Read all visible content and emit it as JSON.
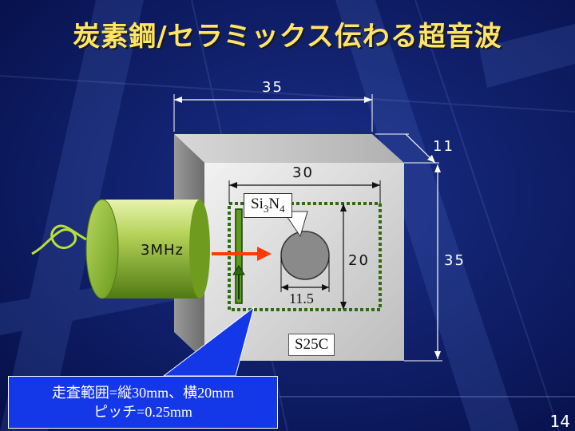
{
  "slide": {
    "title": "炭素鋼/セラミックス伝わる超音波",
    "page_number": "14"
  },
  "diagram": {
    "dim_width_outer": "35",
    "dim_depth": "11",
    "dim_width_scan": "30",
    "dim_height_scan": "20",
    "dim_height_outer": "35",
    "dim_insert_diameter": "11.5",
    "transducer_frequency": "3MHz",
    "insert_material": "Si3N4",
    "insert_material_main": "Si",
    "insert_material_sub1": "3",
    "insert_material_mid": "N",
    "insert_material_sub2": "4",
    "block_material": "S25C"
  },
  "scan_info": {
    "line1": "走査範囲=縦30mm、横20mm",
    "line2": "ピッチ=0.25mm"
  },
  "colors": {
    "background": "#0b1a5c",
    "title": "#ffe566",
    "block_front": "#d0d0d0",
    "block_side": "#8c8c8c",
    "scan_area": "#2e6b10",
    "transducer": "#8fb83a",
    "beam_arrow": "#ff3a00",
    "scan_box": "#1438e8"
  }
}
